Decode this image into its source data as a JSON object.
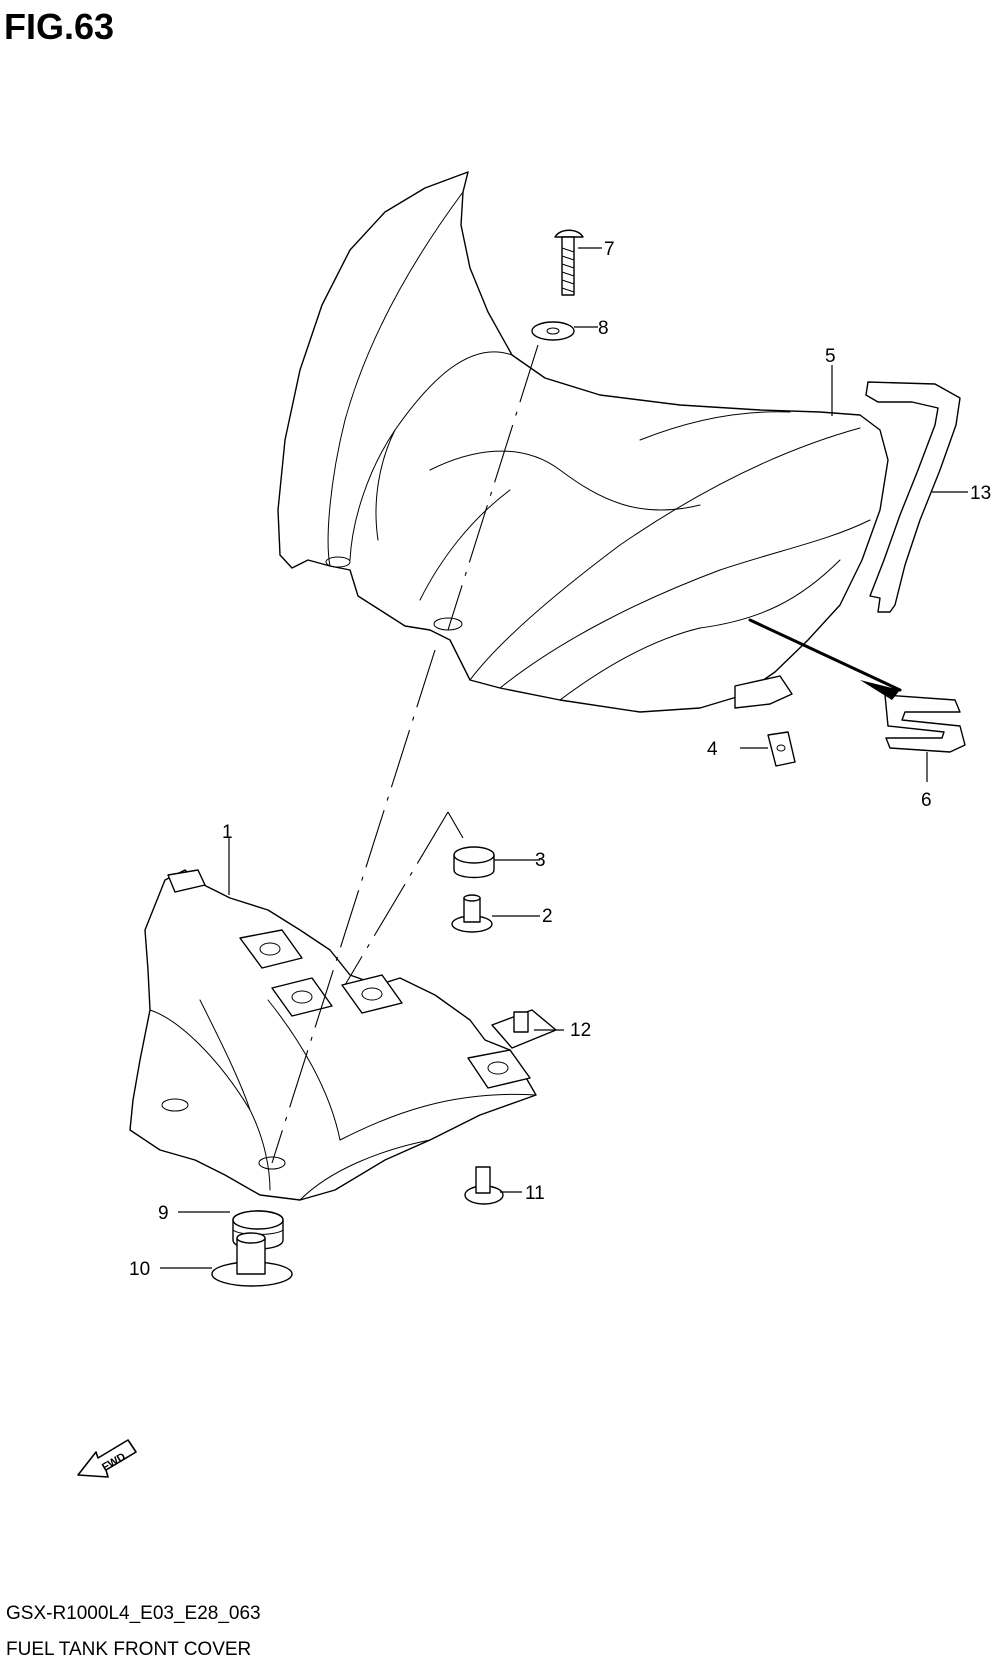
{
  "figure": {
    "title": "FIG.63"
  },
  "callouts": [
    {
      "id": "1",
      "text": "1"
    },
    {
      "id": "2",
      "text": "2"
    },
    {
      "id": "3",
      "text": "3"
    },
    {
      "id": "4",
      "text": "4"
    },
    {
      "id": "5",
      "text": "5"
    },
    {
      "id": "6",
      "text": "6"
    },
    {
      "id": "7",
      "text": "7"
    },
    {
      "id": "8",
      "text": "8"
    },
    {
      "id": "9",
      "text": "9"
    },
    {
      "id": "10",
      "text": "10"
    },
    {
      "id": "11",
      "text": "11"
    },
    {
      "id": "12",
      "text": "12"
    },
    {
      "id": "13",
      "text": "13"
    }
  ],
  "fwd_badge": "FWD",
  "footer": {
    "code": "GSX-R1000L4_E03_E28_063",
    "caption": "FUEL TANK FRONT COVER"
  }
}
